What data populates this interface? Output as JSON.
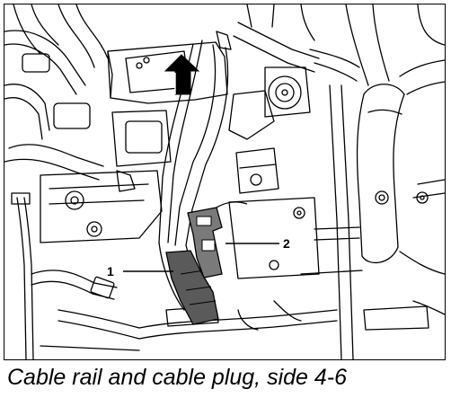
{
  "caption": "Cable rail and cable plug, side 4-6",
  "callouts": [
    {
      "label": "1"
    },
    {
      "label": "2"
    }
  ],
  "colors": {
    "line": "#000000",
    "background": "#ffffff",
    "part_highlight": "#5a5a5a",
    "plug_highlight": "#7a7a7a"
  }
}
